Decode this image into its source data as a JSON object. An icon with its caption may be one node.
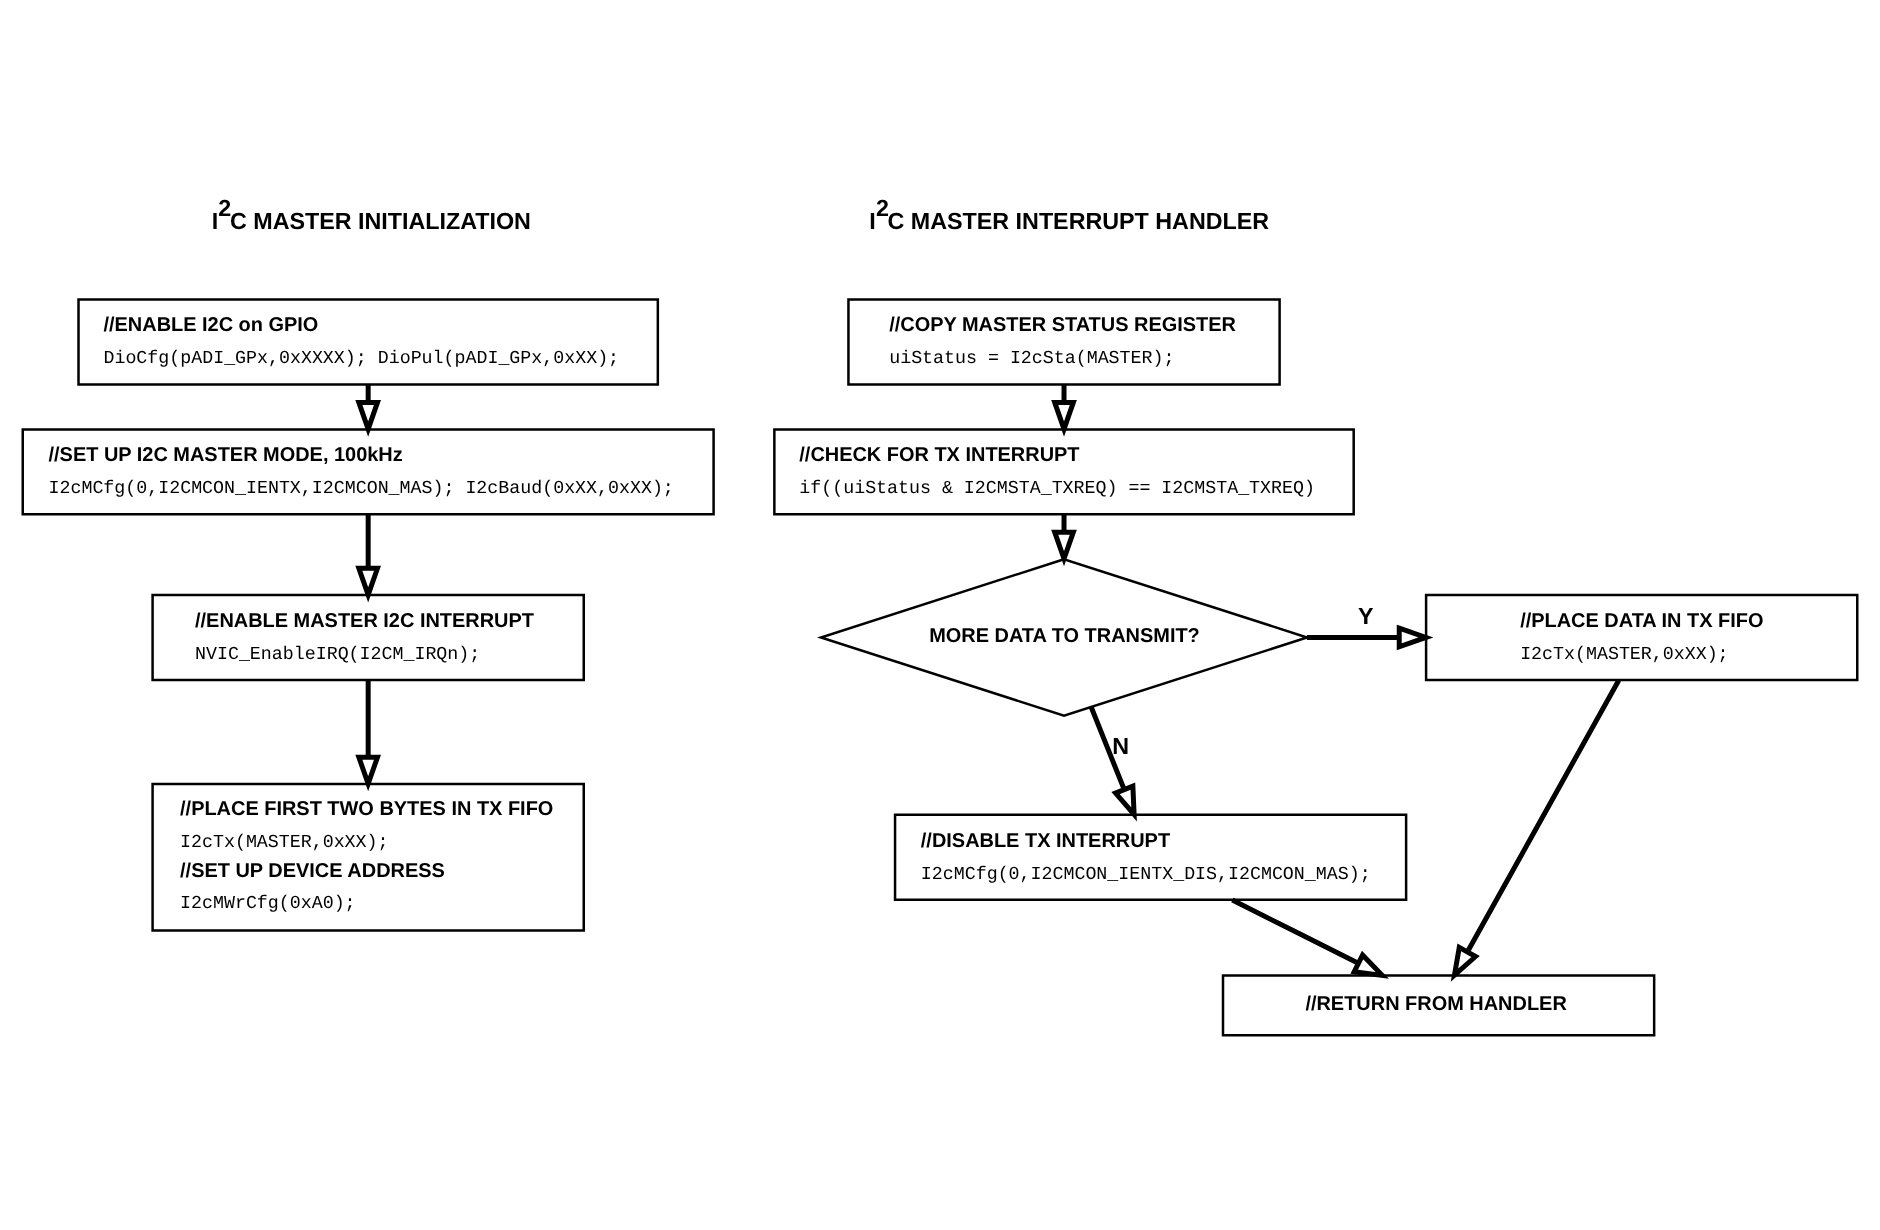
{
  "diagram": {
    "nodes": [
      {
        "text": [
          "//ENABLE I2C on GPIO",
          "DioCfg(pADI_GPx,0xXXXX); DioPul(pADI_GPx,0xXX);"
        ]
      },
      {
        "text": [
          "//SET UP I2C MASTER MODE, 100kHz",
          "I2cMCfg(0,I2CMCON_IENTX,I2CMCON_MAS); I2cBaud(0xXX,0xXX);"
        ]
      },
      {
        "text": [
          "//ENABLE MASTER I2C INTERRUPT",
          "NVIC_EnableIRQ(I2CM_IRQn);"
        ]
      },
      {
        "text": [
          "//PLACE FIRST TWO BYTES IN TX FIFO",
          "I2cTx(MASTER,0xXX);",
          "//SET UP DEVICE ADDRESS",
          "I2cMWrCfg(0xA0);"
        ]
      },
      {
        "text": [
          "//COPY MASTER STATUS REGISTER",
          "uiStatus = I2cSta(MASTER);"
        ]
      },
      {
        "text": [
          "//CHECK FOR TX INTERRUPT",
          "if((uiStatus & I2CMSTA_TXREQ) == I2CMSTA_TXREQ)"
        ]
      },
      {
        "text": [
          "MORE DATA TO TRANSMIT?"
        ]
      },
      {
        "text": [
          "//PLACE DATA IN TX FIFO",
          "I2cTx(MASTER,0xXX);"
        ]
      },
      {
        "text": [
          "//DISABLE TX INTERRUPT",
          "I2cMCfg(0,I2CMCON_IENTX_DIS,I2CMCON_MAS);"
        ]
      },
      {
        "text": [
          "//RETURN FROM HANDLER"
        ]
      }
    ],
    "edges": [
      {
        "from": 0,
        "to": 1,
        "arrow": "to"
      },
      {
        "from": 1,
        "to": 2,
        "arrow": "to"
      },
      {
        "from": 2,
        "to": 3,
        "arrow": "to"
      },
      {
        "from": 4,
        "to": 5,
        "arrow": "to"
      },
      {
        "from": 5,
        "to": 6,
        "arrow": "to"
      },
      {
        "from": 6,
        "to": 7,
        "arrow": "to",
        "label": "Y"
      },
      {
        "from": 6,
        "to": 8,
        "arrow": "to",
        "label": "N"
      },
      {
        "from": 8,
        "to": 9,
        "arrow": "to"
      },
      {
        "from": 7,
        "to": 9,
        "arrow": "to"
      }
    ],
    "labels": [
      "I$^{2}$C MASTER INITIALIZATION",
      "I$^{2}$C MASTER INTERRUPT HANDLER"
    ]
  }
}
